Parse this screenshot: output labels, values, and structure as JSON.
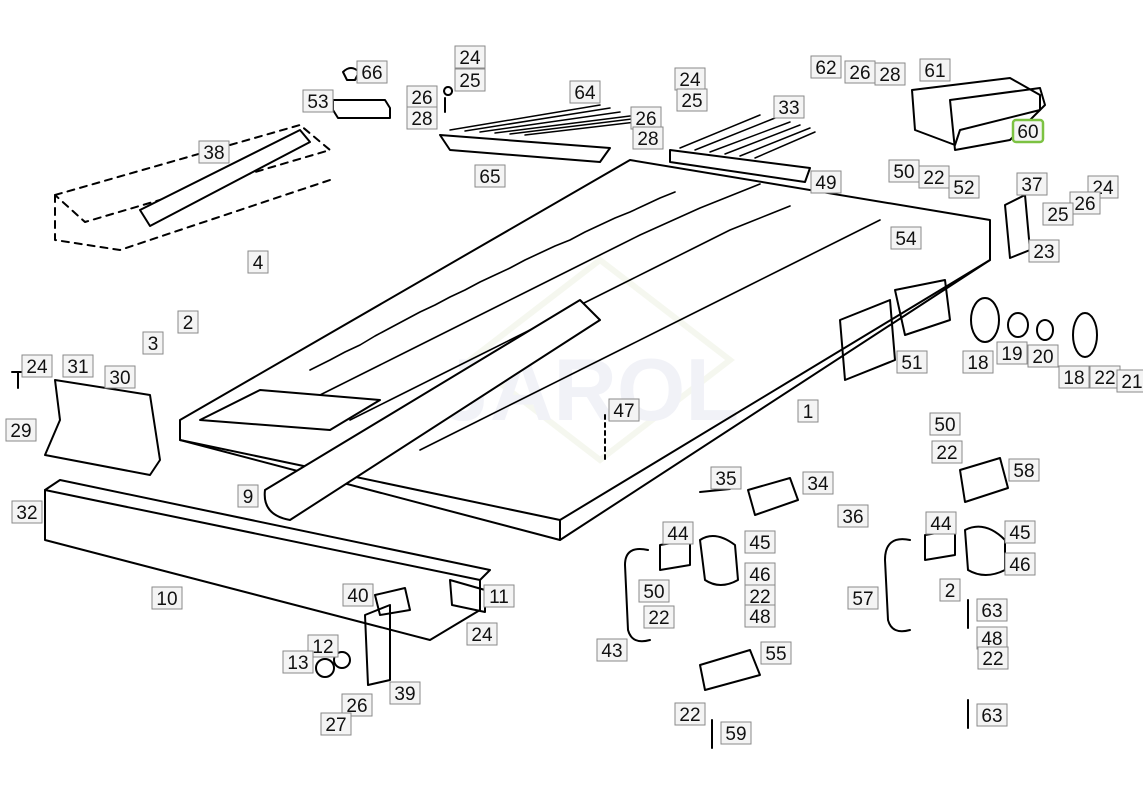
{
  "diagram": {
    "watermark": "JAROL",
    "highlight_color": "#7cc242",
    "label_box_fill": "#f4f4f4",
    "label_box_stroke": "#8a8a8a",
    "part_labels": [
      "66",
      "24",
      "25",
      "26",
      "28",
      "53",
      "64",
      "24",
      "25",
      "26",
      "28",
      "33",
      "62",
      "26",
      "28",
      "61",
      "60",
      "38",
      "65",
      "49",
      "50",
      "22",
      "52",
      "37",
      "24",
      "26",
      "25",
      "23",
      "54",
      "4",
      "2",
      "3",
      "51",
      "18",
      "19",
      "20",
      "18",
      "22",
      "21",
      "24",
      "31",
      "30",
      "29",
      "47",
      "1",
      "50",
      "22",
      "58",
      "35",
      "34",
      "9",
      "36",
      "32",
      "44",
      "45",
      "46",
      "44",
      "45",
      "46",
      "10",
      "40",
      "11",
      "50",
      "22",
      "22",
      "48",
      "57",
      "2",
      "63",
      "12",
      "24",
      "48",
      "13",
      "43",
      "55",
      "22",
      "39",
      "26",
      "27",
      "22",
      "63",
      "59"
    ]
  }
}
